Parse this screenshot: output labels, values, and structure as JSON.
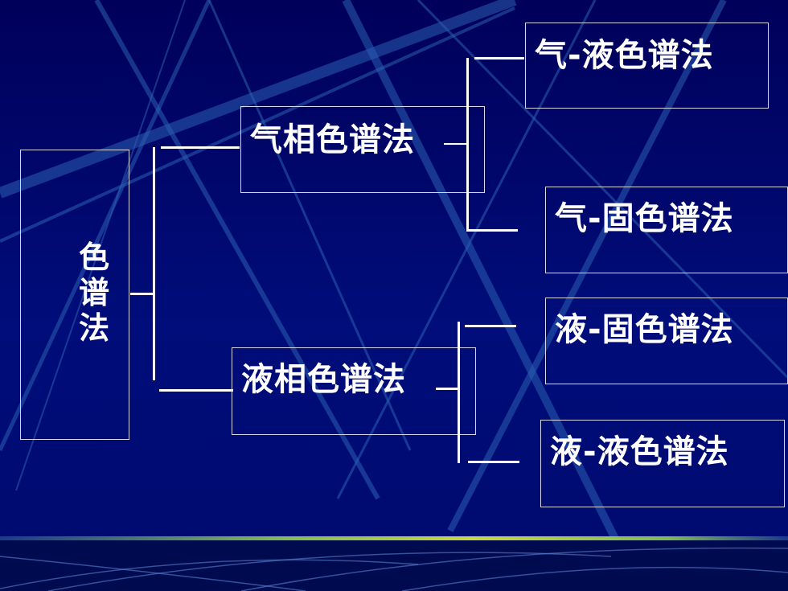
{
  "root": {
    "chars": [
      "色",
      "谱",
      "法"
    ]
  },
  "branches": {
    "gas": {
      "label": "气相色谱法"
    },
    "liquid": {
      "label": "液相色谱法"
    }
  },
  "leaves": {
    "gas_liquid": {
      "label": "气-液色谱法"
    },
    "gas_solid": {
      "label": "气-固色谱法"
    },
    "liquid_solid": {
      "label": "液-固色谱法"
    },
    "liquid_liquid": {
      "label": "液-液色谱法"
    }
  },
  "colors": {
    "background": "#000a6e",
    "text": "#ffffff",
    "box_border": "#d8d8e8",
    "accent_line": "#c8d64a"
  }
}
